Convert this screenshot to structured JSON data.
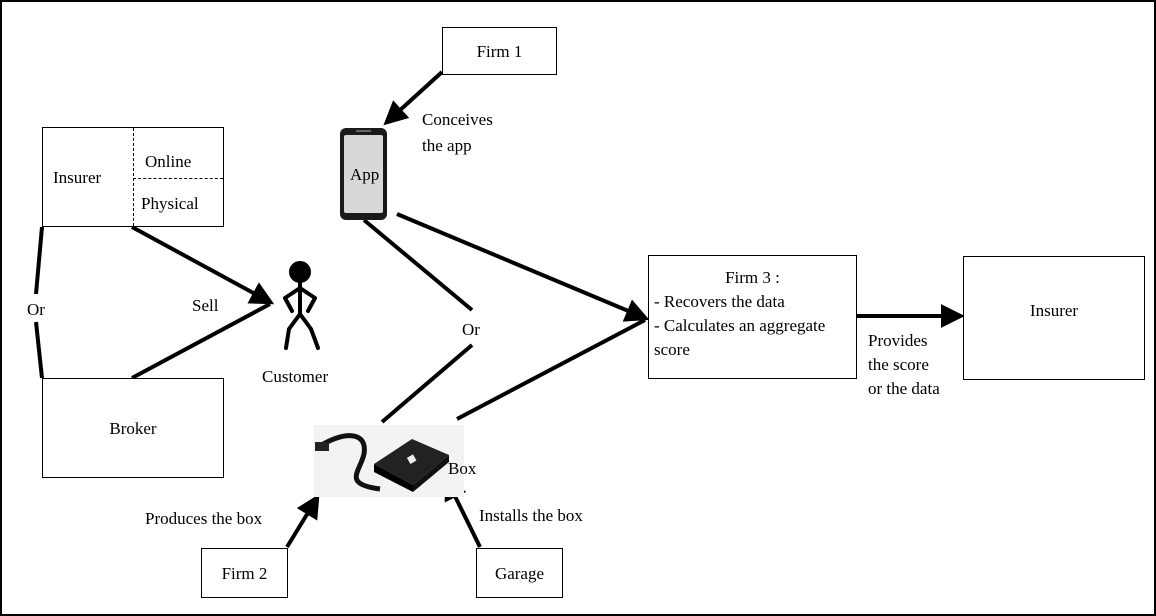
{
  "nodes": {
    "firm1": "Firm 1",
    "firm2": "Firm 2",
    "firm3_title": "Firm 3 :",
    "firm3_line1": "- Recovers the data",
    "firm3_line2": "- Calculates an aggregate",
    "firm3_line3": "score",
    "insurer_left": "Insurer",
    "insurer_online": "Online",
    "insurer_physical": "Physical",
    "broker": "Broker",
    "insurer_right": "Insurer",
    "garage": "Garage",
    "customer": "Customer",
    "app": "App",
    "box": "Box"
  },
  "edge_labels": {
    "conceives_1": "Conceives",
    "conceives_2": "the app",
    "sell": "Sell",
    "or_left": "Or",
    "or_mid": "Or",
    "produces": "Produces the box",
    "installs": "Installs the box",
    "provides_1": "Provides",
    "provides_2": "the score",
    "provides_3": "or the data"
  },
  "icons": {
    "phone": "smartphone-icon",
    "person": "stick-figure-icon",
    "device": "gps-tracker-box-icon"
  }
}
